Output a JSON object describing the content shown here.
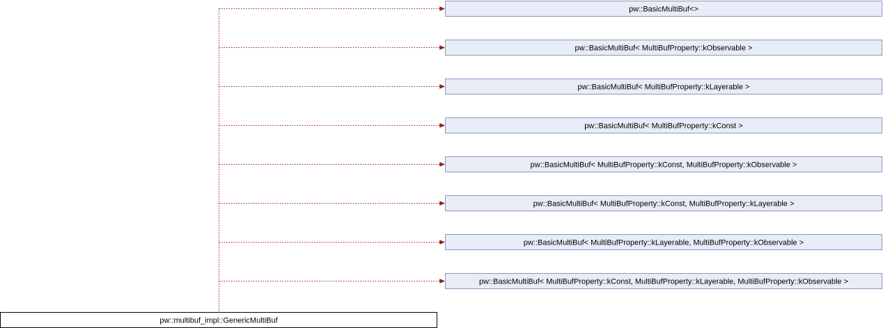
{
  "derived_class": "pw::multibuf_impl::GenericMultiBuf",
  "base_classes": [
    "pw::BasicMultiBuf<>",
    "pw::BasicMultiBuf< MultiBufProperty::kObservable >",
    "pw::BasicMultiBuf< MultiBufProperty::kLayerable >",
    "pw::BasicMultiBuf< MultiBufProperty::kConst >",
    "pw::BasicMultiBuf< MultiBufProperty::kConst, MultiBufProperty::kObservable >",
    "pw::BasicMultiBuf< MultiBufProperty::kConst, MultiBufProperty::kLayerable >",
    "pw::BasicMultiBuf< MultiBufProperty::kLayerable, MultiBufProperty::kObservable >",
    "pw::BasicMultiBuf< MultiBufProperty::kConst, MultiBufProperty::kLayerable, MultiBufProperty::kObservable >"
  ],
  "colors": {
    "base_node_fill": "#e8ecf6",
    "base_node_border": "#8a97bf",
    "derived_node_fill": "#ffffff",
    "derived_node_border": "#000000",
    "edge": "#9a1b1b"
  }
}
